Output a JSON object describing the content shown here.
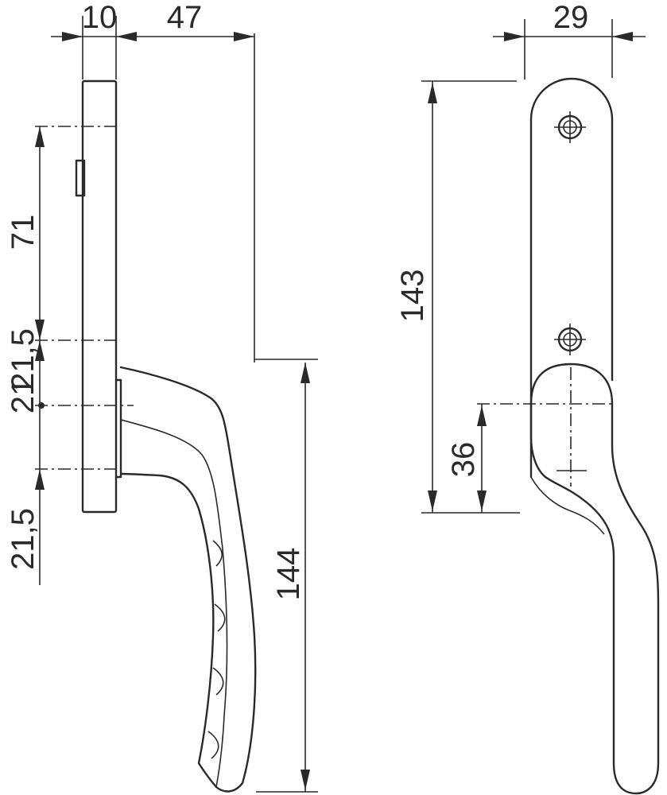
{
  "dimensions": {
    "side_thickness": "10",
    "side_projection": "47",
    "front_width": "29",
    "upper_offset": "71",
    "half_spacing_top": "21,5",
    "half_spacing_mid": "21",
    "half_spacing_bottom": "21,5",
    "handle_length": "144",
    "plate_length": "143",
    "lower_hole_offset": "36"
  },
  "colors": {
    "line": "#2a2a2a",
    "background": "#ffffff"
  }
}
